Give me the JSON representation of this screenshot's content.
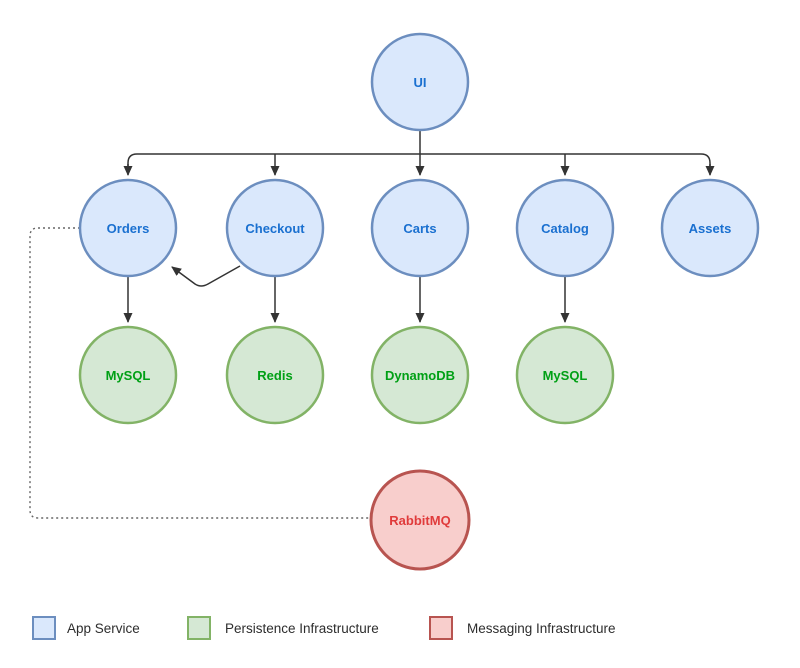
{
  "nodes": {
    "ui": "UI",
    "orders": "Orders",
    "checkout": "Checkout",
    "carts": "Carts",
    "catalog": "Catalog",
    "assets": "Assets",
    "orders_db": "MySQL",
    "checkout_cache": "Redis",
    "carts_db": "DynamoDB",
    "catalog_db": "MySQL",
    "queue": "RabbitMQ"
  },
  "legend": {
    "app_service": "App Service",
    "persistence": "Persistence Infrastructure",
    "messaging": "Messaging Infrastructure"
  },
  "colors": {
    "app_fill": "#dae8fc",
    "app_stroke": "#6c8ebf",
    "app_text": "#1a70d0",
    "persist_fill": "#d5e8d4",
    "persist_stroke": "#82b366",
    "persist_text": "#00a015",
    "msg_fill": "#f8cecc",
    "msg_stroke": "#b85450",
    "msg_text": "#e03b3b",
    "edge": "#333333",
    "dashed_edge": "#666666"
  }
}
